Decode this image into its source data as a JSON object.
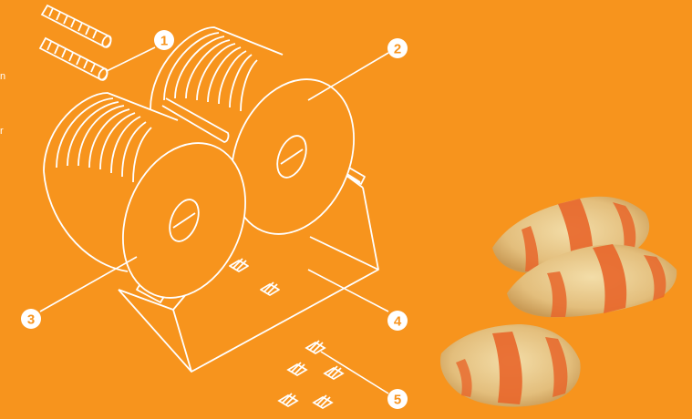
{
  "colors": {
    "background": "#F7941D",
    "line": "#FFFFFF",
    "badge": "#FFFFFF",
    "badge_text": "#F7941D",
    "pillow_dough": "#E9C88C",
    "pillow_stripe": "#E8662A"
  },
  "edge_text": {
    "top": "n",
    "bottom": "r"
  },
  "callouts": [
    {
      "id": "1",
      "label": "1",
      "target": "filling-rods"
    },
    {
      "id": "2",
      "label": "2",
      "target": "rear-roller"
    },
    {
      "id": "3",
      "label": "3",
      "target": "front-roller"
    },
    {
      "id": "4",
      "label": "4",
      "target": "stand-frame"
    },
    {
      "id": "5",
      "label": "5",
      "target": "pillow-pieces"
    }
  ],
  "product_photos": [
    {
      "name": "filled-pillow-snack"
    },
    {
      "name": "filled-pillow-snack"
    },
    {
      "name": "filled-pillow-snack"
    }
  ]
}
